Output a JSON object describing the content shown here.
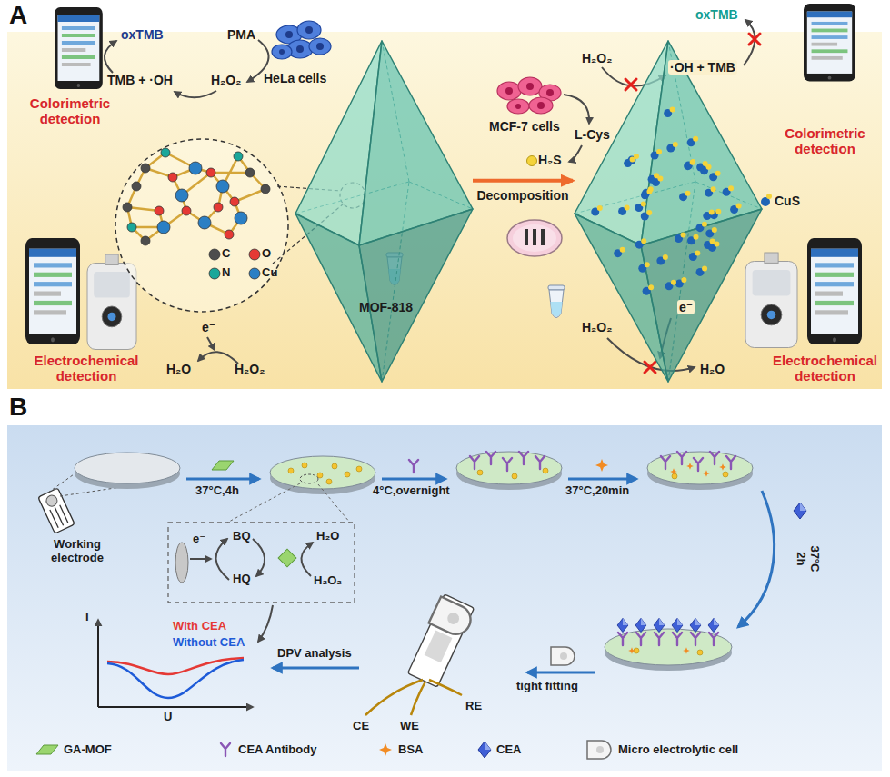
{
  "diagram": {
    "nodes": [
      {
        "text": [
          "A"
        ]
      },
      {
        "text": [
          "MOF-818"
        ],
        "in": 0
      },
      {
        "text": [
          "CuS"
        ],
        "in": 0
      },
      {
        "text": [
          "B"
        ]
      },
      {
        "text": [
          "Working electrode"
        ],
        "in": 3
      }
    ],
    "edges": [
      {
        "from": 1,
        "to": 2,
        "label": "Decomposition",
        "arrow": "to"
      }
    ],
    "labels": [
      "oxTMB",
      "PMA",
      "HeLa cells",
      "TMB + ·OH",
      "H₂O₂",
      "Colorimetric detection",
      "C",
      "O",
      "N",
      "Cu",
      "e⁻",
      "H₂O",
      "H₂O₂",
      "Electrochemical detection",
      "MCF-7 cells",
      "L-Cys",
      "H₂S",
      "oxTMB",
      "H₂O₂",
      "·OH + TMB",
      "Colorimetric detection",
      "H₂O₂",
      "e⁻",
      "H₂O",
      "Electrochemical detection",
      "37°C,4h",
      "4°C,overnight",
      "37°C,20min",
      "37°C 2h",
      "e⁻",
      "BQ",
      "HQ",
      "H₂O",
      "H₂O₂",
      "I",
      "U",
      "With CEA",
      "Without CEA",
      "DPV analysis",
      "tight fitting",
      "CE",
      "WE",
      "RE"
    ],
    "legend": [
      {
        "text": "GA-MOF"
      },
      {
        "text": "CEA Antibody"
      },
      {
        "text": "BSA"
      },
      {
        "text": "CEA"
      },
      {
        "text": "Micro electrolytic cell"
      }
    ]
  }
}
